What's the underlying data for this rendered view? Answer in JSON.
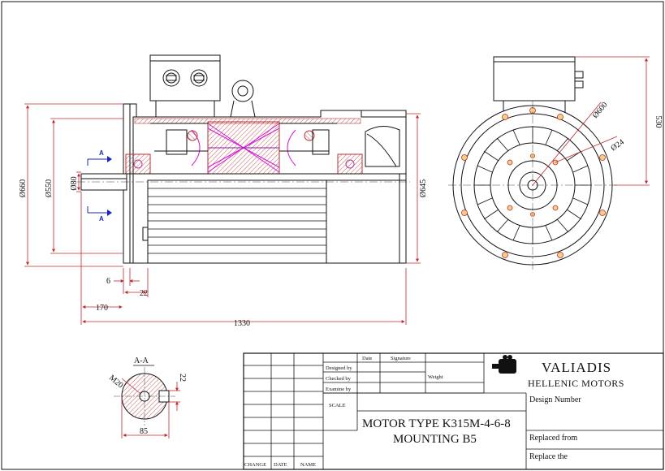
{
  "colors": {
    "line": "#111111",
    "dimension": "#c0282d",
    "hatch": "#b83030",
    "coil": "#d21ad2",
    "section_arrow": "#1a23c8",
    "bearing": "#b0389a"
  },
  "side_view": {
    "dims": {
      "d660": "Ø660",
      "d550": "Ø550",
      "d80": "Ø80",
      "d645": "Ø645",
      "d6": "6",
      "d22": "22",
      "d170": "170",
      "d1330": "1330"
    },
    "section_marks": [
      "A",
      "A"
    ]
  },
  "end_view": {
    "dims": {
      "d600": "Ø600",
      "d24": "Ø24",
      "d530": "530"
    }
  },
  "section_aa": {
    "title": "A-A",
    "thread": "M20",
    "keyway": "22",
    "width": "85"
  },
  "title_block": {
    "headers": {
      "date": "Date",
      "signature": "Signature",
      "weight": "Weight",
      "scale": "SCALE"
    },
    "rows": {
      "designed": "Designed by",
      "checked": "Checked by",
      "examine": "Examine by"
    },
    "revision": {
      "change": "CHANGE",
      "date": "DATE",
      "name": "NAME"
    },
    "brand": {
      "name": "VALIADIS",
      "sub": "HELLENIC MOTORS",
      "logo_icon": "motor-logo-icon"
    },
    "fields": {
      "design_number": "Design Number",
      "replaced_from": "Replaced from",
      "replace_the": "Replace the"
    },
    "motor_type": "MOTOR TYPE K315M-4-6-8",
    "mounting": "MOUNTING  B5"
  }
}
